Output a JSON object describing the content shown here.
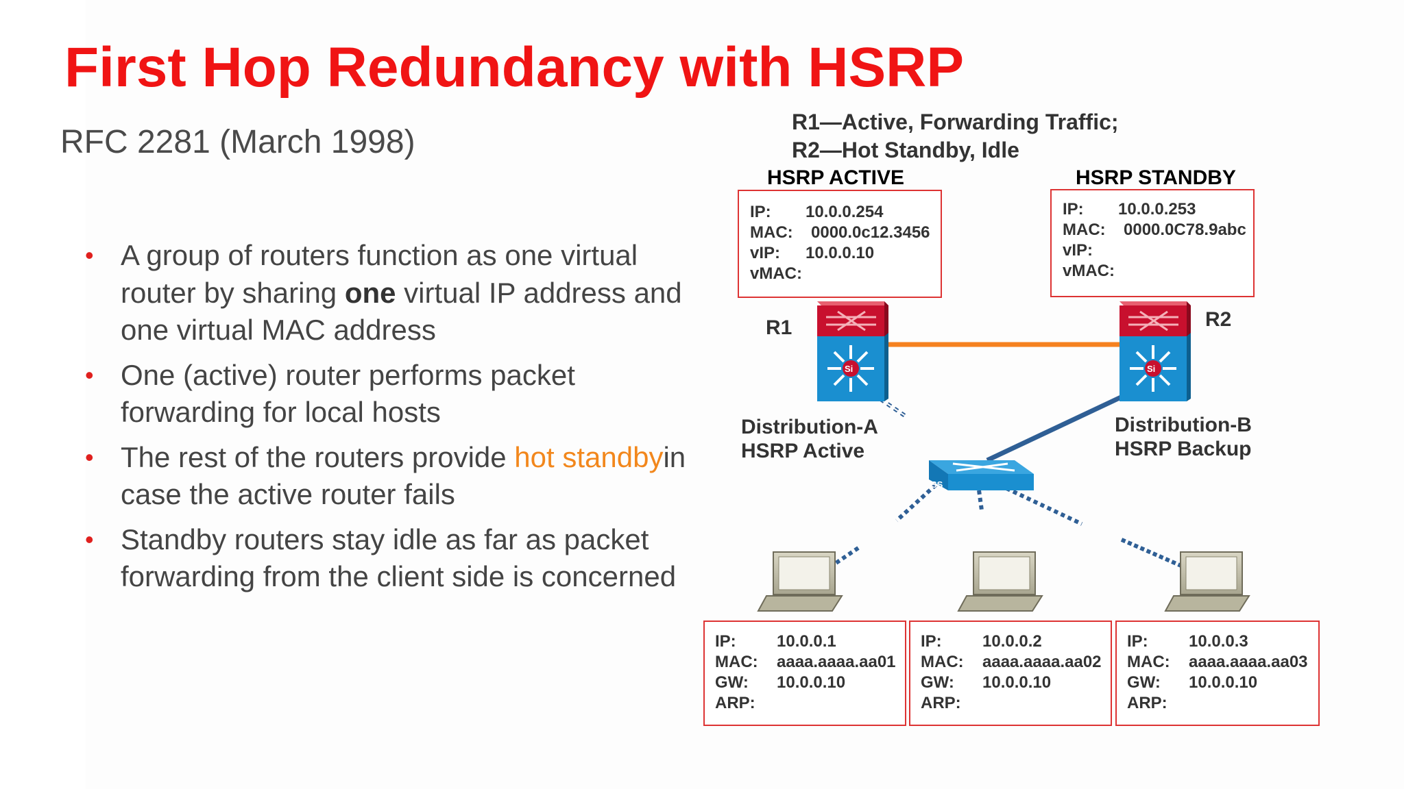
{
  "title": "First Hop Redundancy with HSRP",
  "subtitle": "RFC 2281 (March 1998)",
  "bullets": {
    "b1_a": "A group of routers function as one virtual router by sharing ",
    "b1_bold": "one",
    "b1_b": " virtual IP address and one virtual MAC address",
    "b2": "One (active) router performs packet forwarding for local hosts",
    "b3_a": "The rest of the routers provide ",
    "b3_hl": "hot standby",
    "b3_b": "in case the active router fails",
    "b4": "Standby routers stay idle as far as packet forwarding from the client side is concerned"
  },
  "diagram": {
    "state_line1": "R1—Active, Forwarding Traffic;",
    "state_line2": "R2—Hot Standby, Idle",
    "active_header": "HSRP ACTIVE",
    "standby_header": "HSRP STANDBY",
    "r1_label": "R1",
    "r2_label": "R2",
    "dist_a_line1": "Distribution-A",
    "dist_a_line2": "HSRP Active",
    "dist_b_line1": "Distribution-B",
    "dist_b_line2": "HSRP Backup",
    "switch_mark": "SS",
    "router_mark": "Si",
    "r1_box": {
      "ip_label": "IP:",
      "ip": "10.0.0.254",
      "mac_label": "MAC:",
      "mac": "0000.0c12.3456",
      "vip_label": "vIP:",
      "vip": "10.0.0.10",
      "vmac_label": "vMAC:"
    },
    "r2_box": {
      "ip_label": "IP:",
      "ip": "10.0.0.253",
      "mac_label": "MAC:",
      "mac": "0000.0C78.9abc",
      "vip_label": "vIP:",
      "vmac_label": "vMAC:"
    },
    "hosts": [
      {
        "ip_label": "IP:",
        "ip": "10.0.0.1",
        "mac_label": "MAC:",
        "mac": "aaaa.aaaa.aa01",
        "gw_label": "GW:",
        "gw": "10.0.0.10",
        "arp_label": "ARP:"
      },
      {
        "ip_label": "IP:",
        "ip": "10.0.0.2",
        "mac_label": "MAC:",
        "mac": "aaaa.aaaa.aa02",
        "gw_label": "GW:",
        "gw": "10.0.0.10",
        "arp_label": "ARP:"
      },
      {
        "ip_label": "IP:",
        "ip": "10.0.0.3",
        "mac_label": "MAC:",
        "mac": "aaaa.aaaa.aa03",
        "gw_label": "GW:",
        "gw": "10.0.0.10",
        "arp_label": "ARP:"
      }
    ],
    "colors": {
      "accent_red": "#f01414",
      "box_border": "#dd3333",
      "orange_link": "#f58220",
      "blue_link": "#2f5f95",
      "router_blue": "#1a8fd0",
      "router_red": "#c8102e"
    }
  }
}
